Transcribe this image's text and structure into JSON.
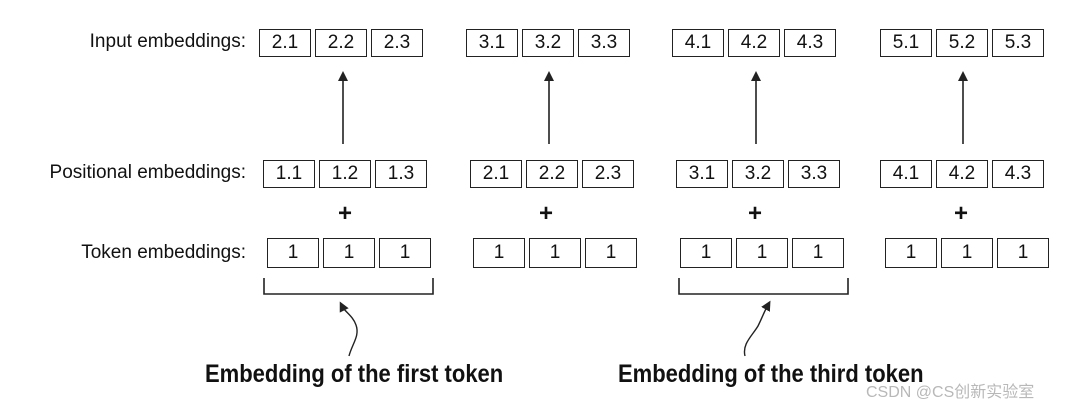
{
  "labels": {
    "input": "Input embeddings:",
    "positional": "Positional embeddings:",
    "token": "Token embeddings:"
  },
  "tokens": [
    {
      "input": [
        "2.1",
        "2.2",
        "2.3"
      ],
      "positional": [
        "1.1",
        "1.2",
        "1.3"
      ],
      "token": [
        "1",
        "1",
        "1"
      ],
      "plus": "+"
    },
    {
      "input": [
        "3.1",
        "3.2",
        "3.3"
      ],
      "positional": [
        "2.1",
        "2.2",
        "2.3"
      ],
      "token": [
        "1",
        "1",
        "1"
      ],
      "plus": "+"
    },
    {
      "input": [
        "4.1",
        "4.2",
        "4.3"
      ],
      "positional": [
        "3.1",
        "3.2",
        "3.3"
      ],
      "token": [
        "1",
        "1",
        "1"
      ],
      "plus": "+"
    },
    {
      "input": [
        "5.1",
        "5.2",
        "5.3"
      ],
      "positional": [
        "4.1",
        "4.2",
        "4.3"
      ],
      "token": [
        "1",
        "1",
        "1"
      ],
      "plus": "+"
    }
  ],
  "captions": {
    "first": "Embedding of the first token",
    "third": "Embedding of the third token"
  },
  "watermark": "CSDN @CS创新实验室"
}
